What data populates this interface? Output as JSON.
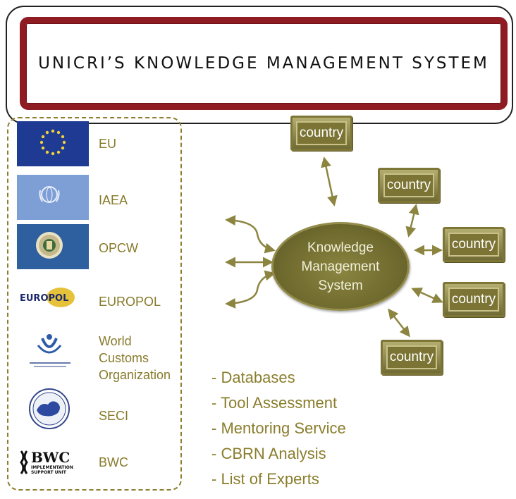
{
  "title": "UNICRI’S KNOWLEDGE MANAGEMENT SYSTEM",
  "organizations": [
    {
      "label": "EU",
      "logo": "eu-flag"
    },
    {
      "label": "IAEA",
      "logo": "iaea-emblem"
    },
    {
      "label": "OPCW",
      "logo": "opcw-emblem"
    },
    {
      "label": "EUROPOL",
      "logo": "europol-logo"
    },
    {
      "label": "World Customs Organization",
      "logo": "wco-logo"
    },
    {
      "label": "SECI",
      "logo": "seci-logo"
    },
    {
      "label": "BWC",
      "logo": "bwc-logo",
      "logo_text": [
        "BWC",
        "IMPLEMENTATION",
        "SUPPORT UNIT"
      ]
    }
  ],
  "center": {
    "lines": [
      "Knowledge",
      "Management",
      "System"
    ]
  },
  "country_label": "country",
  "countries": [
    "country",
    "country",
    "country",
    "country",
    "country"
  ],
  "services": [
    "- Databases",
    "- Tool Assessment",
    "- Mentoring Service",
    "- CBRN Analysis",
    "- List of Experts"
  ],
  "colors": {
    "banner_red": "#8e1c22",
    "olive": "#7c7434",
    "olive_text": "#877a2a",
    "arrow": "#8c8540"
  }
}
